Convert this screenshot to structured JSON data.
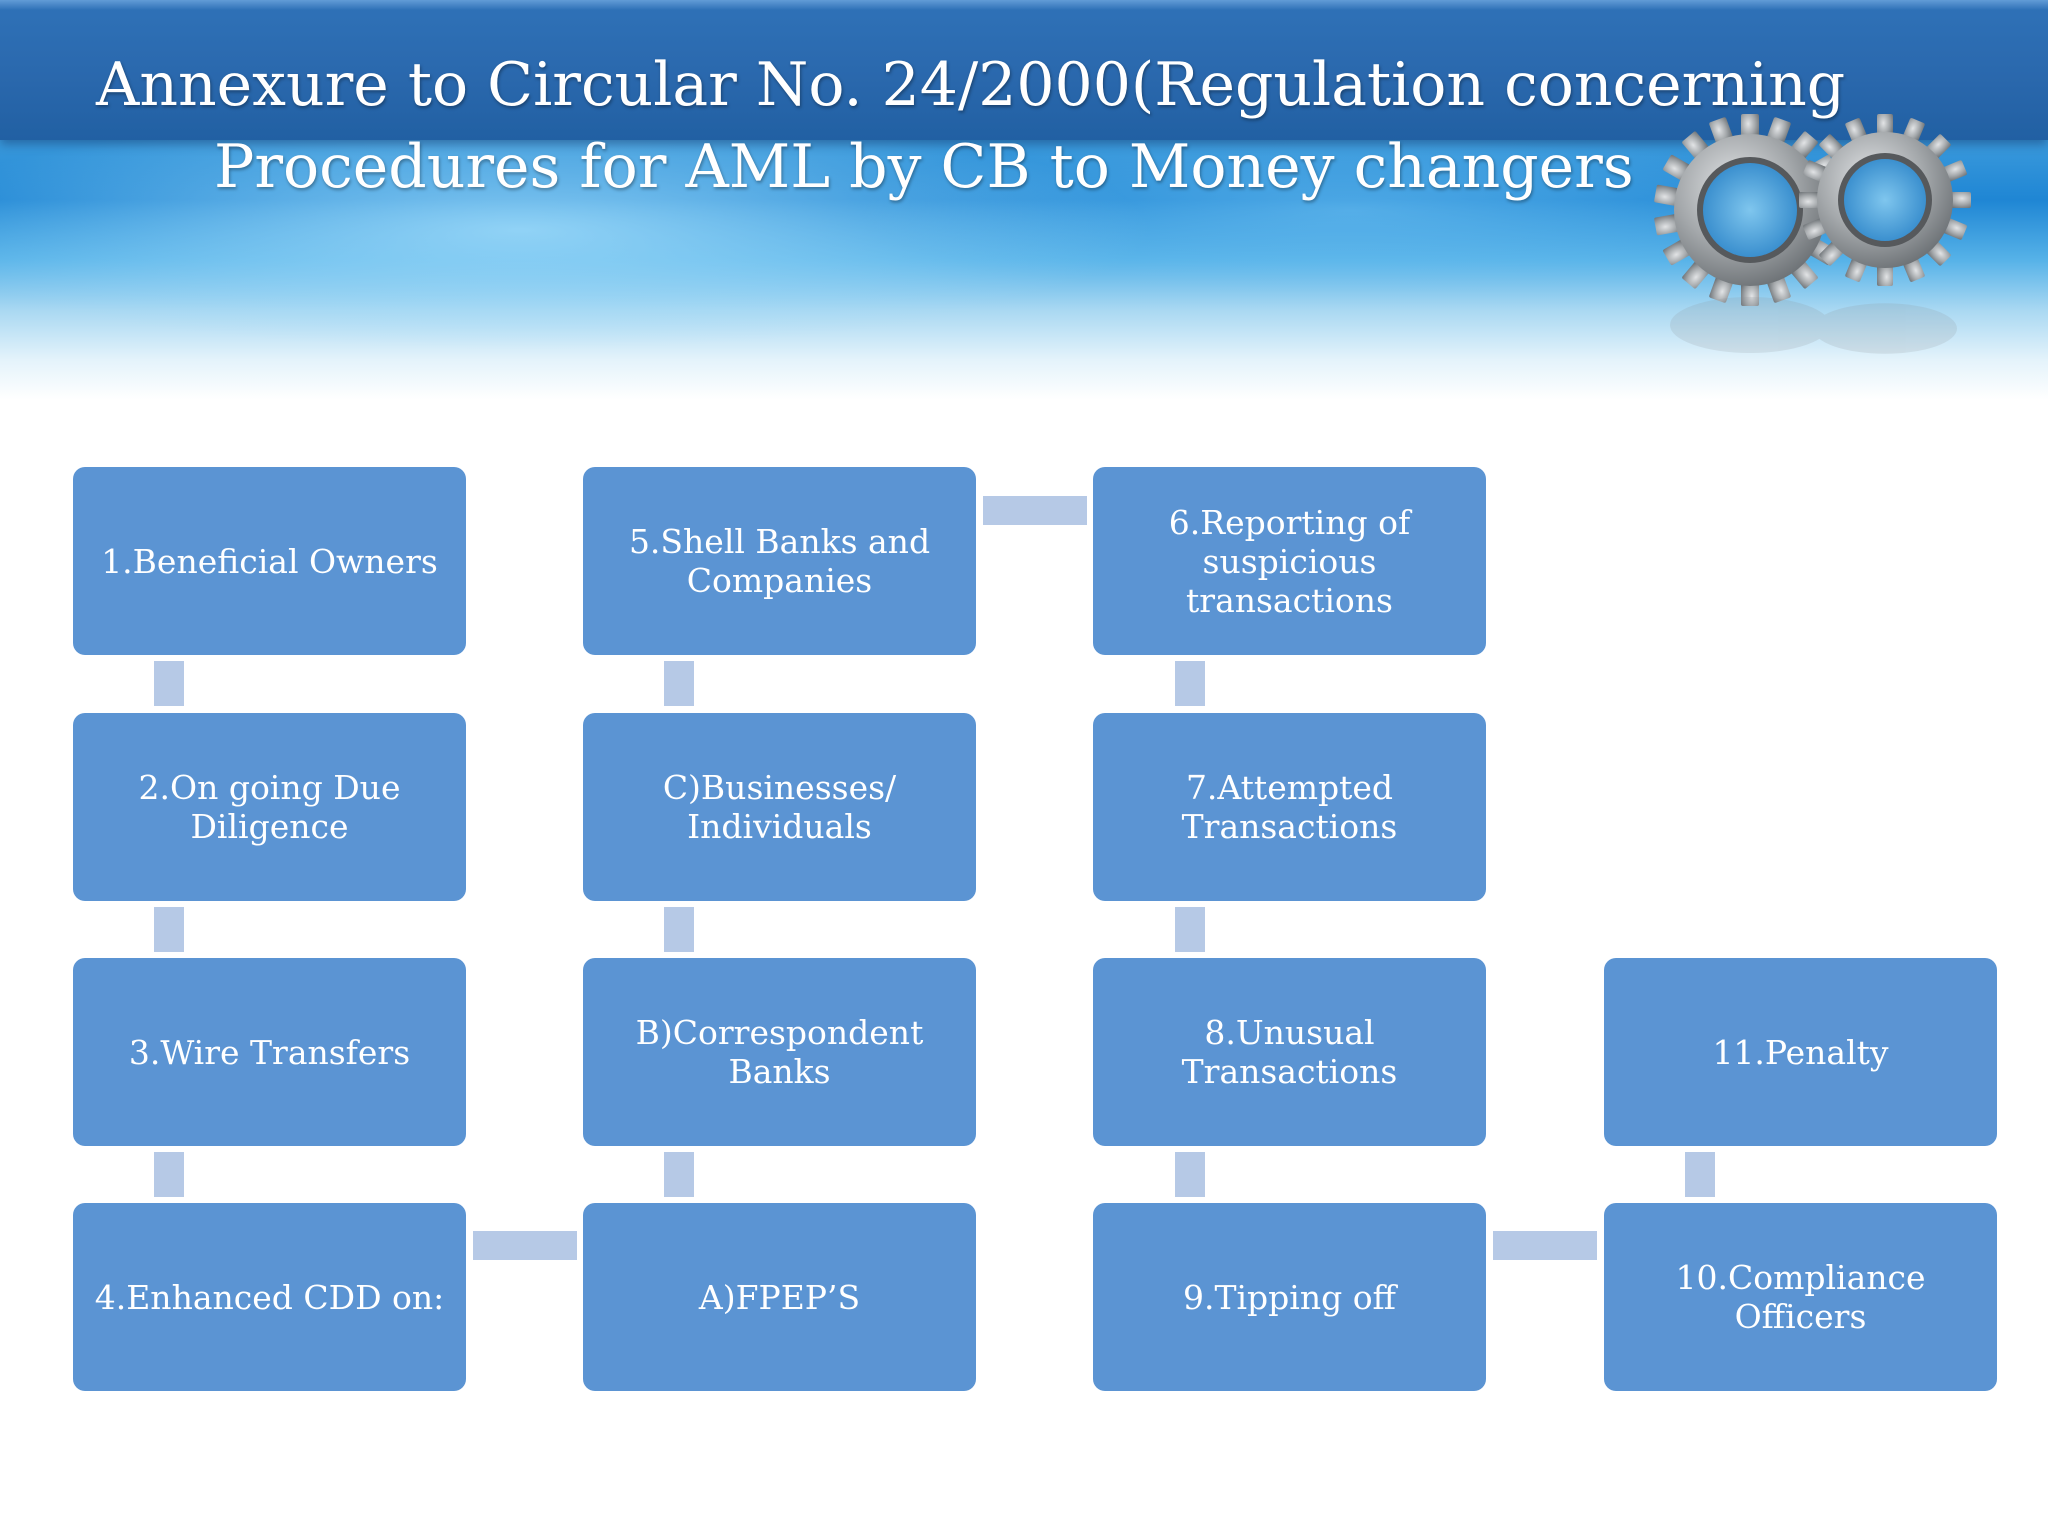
{
  "slide": {
    "title_line1": "Annexure to Circular No. 24/2000(Regulation concerning",
    "title_line2": "Procedures for AML by CB to Money changers"
  },
  "colors": {
    "node_fill": "#5b94d3",
    "connector": "#b6c9e6",
    "title_bar": "#2a68ad",
    "title_text": "#ffffff"
  },
  "diagram": {
    "nodes": [
      {
        "id": "n1",
        "label": "1.Beneficial Owners"
      },
      {
        "id": "n2",
        "label": "2.On going Due Diligence"
      },
      {
        "id": "n3",
        "label": "3.Wire Transfers"
      },
      {
        "id": "n4",
        "label": "4.Enhanced CDD on:"
      },
      {
        "id": "nA",
        "label": "A)FPEP’S"
      },
      {
        "id": "nB",
        "label": "B)Correspondent Banks"
      },
      {
        "id": "nC",
        "label": "C)Businesses/ Individuals"
      },
      {
        "id": "n5",
        "label": "5.Shell Banks and Companies"
      },
      {
        "id": "n6",
        "label": "6.Reporting of suspicious transactions"
      },
      {
        "id": "n7",
        "label": "7.Attempted Transactions"
      },
      {
        "id": "n8",
        "label": "8.Unusual Transactions"
      },
      {
        "id": "n9",
        "label": "9.Tipping off"
      },
      {
        "id": "n10",
        "label": "10.Compliance Officers"
      },
      {
        "id": "n11",
        "label": "11.Penalty"
      }
    ],
    "edges": [
      [
        "n1",
        "n2"
      ],
      [
        "n2",
        "n3"
      ],
      [
        "n3",
        "n4"
      ],
      [
        "n4",
        "nA"
      ],
      [
        "nA",
        "nB"
      ],
      [
        "nB",
        "nC"
      ],
      [
        "nC",
        "n5"
      ],
      [
        "n5",
        "n6"
      ],
      [
        "n6",
        "n7"
      ],
      [
        "n7",
        "n8"
      ],
      [
        "n8",
        "n9"
      ],
      [
        "n9",
        "n10"
      ],
      [
        "n10",
        "n11"
      ]
    ]
  },
  "decoration": {
    "gears_icon": "gears-icon"
  }
}
